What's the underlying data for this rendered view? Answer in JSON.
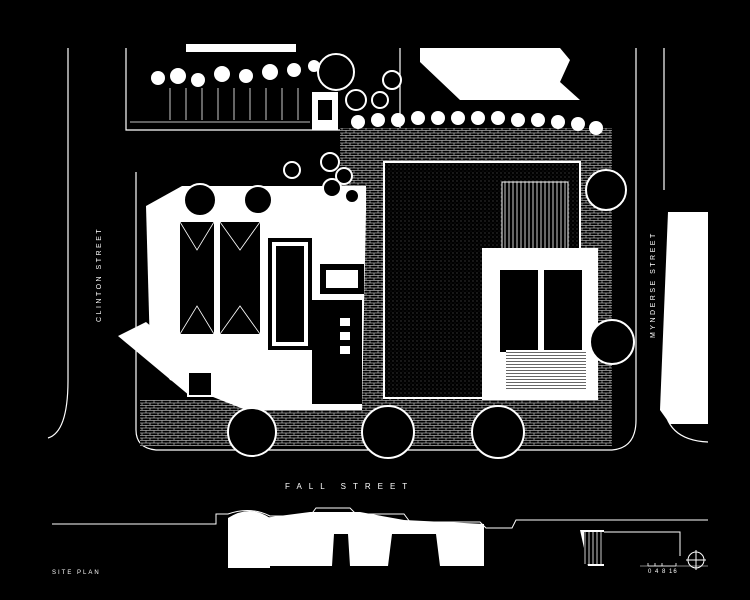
{
  "labels": {
    "clinton_street": "CLINTON STREET",
    "mynderse_street": "MYNDERSE STREET",
    "fall_street": "FALL STREET",
    "drawing_title": "SITE PLAN",
    "scale_text": "0 4 8  16"
  },
  "colors": {
    "background": "#000000",
    "linework": "#ffffff"
  },
  "icons": {
    "north_arrow": "north-arrow-icon"
  }
}
